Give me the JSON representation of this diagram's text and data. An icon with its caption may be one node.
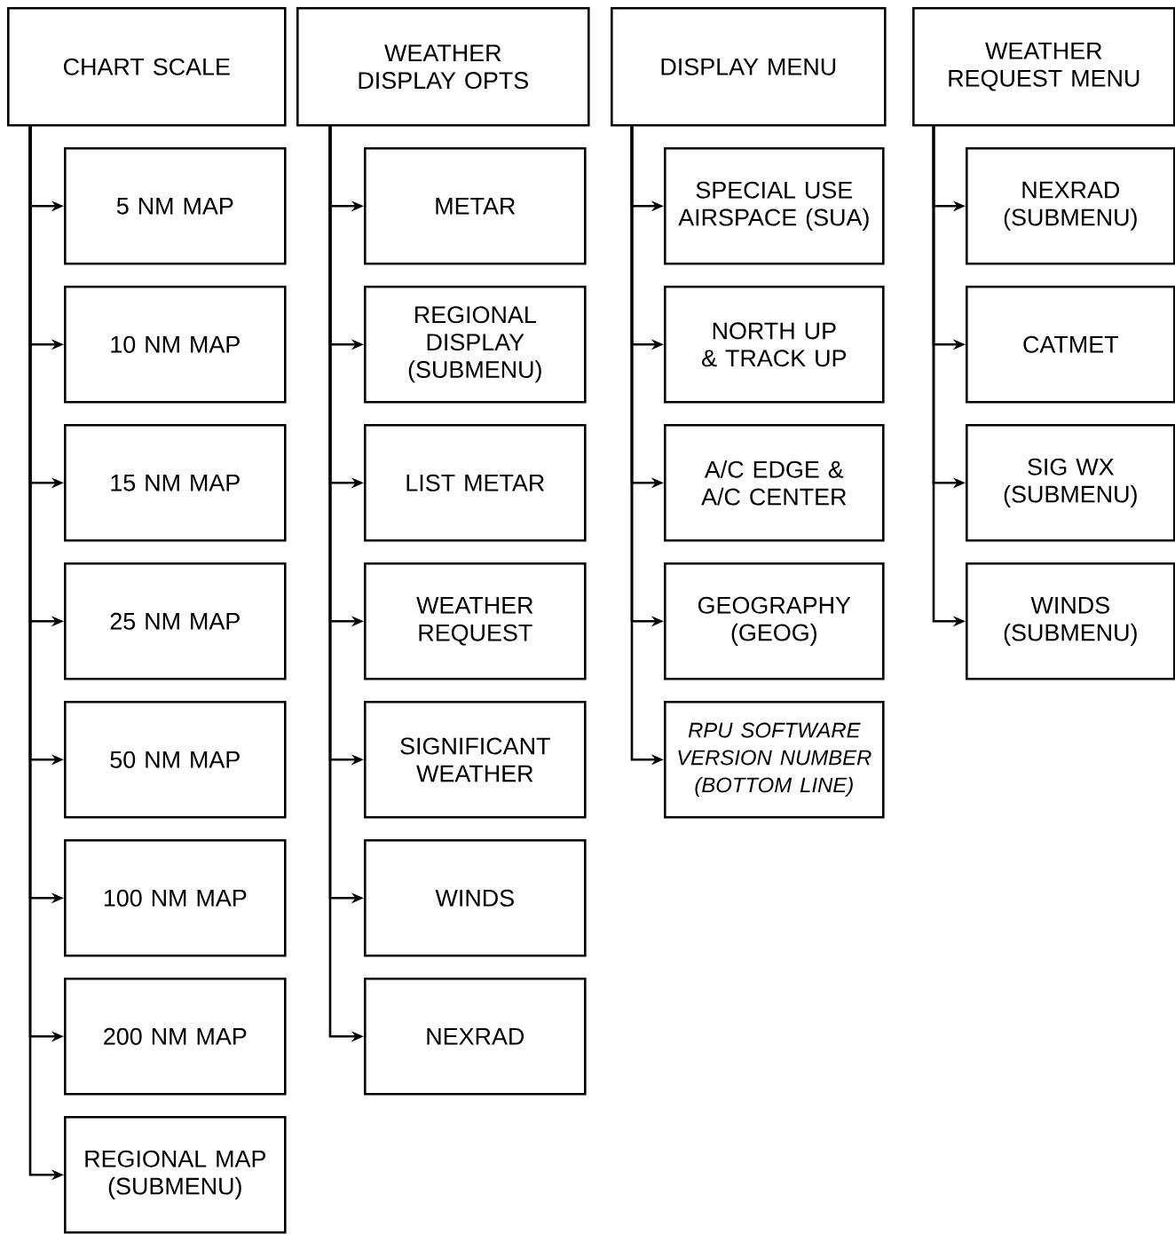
{
  "diagram": {
    "nodes": [
      {
        "text": [
          "CHART SCALE"
        ]
      },
      {
        "text": [
          "5 NM MAP"
        ]
      },
      {
        "text": [
          "10 NM MAP"
        ]
      },
      {
        "text": [
          "15 NM MAP"
        ]
      },
      {
        "text": [
          "25 NM MAP"
        ]
      },
      {
        "text": [
          "50 NM MAP"
        ]
      },
      {
        "text": [
          "100 NM MAP"
        ]
      },
      {
        "text": [
          "200 NM MAP"
        ]
      },
      {
        "text": [
          "REGIONAL MAP (SUBMENU)"
        ]
      },
      {
        "text": [
          "WEATHER DISPLAY OPTS"
        ]
      },
      {
        "text": [
          "METAR"
        ]
      },
      {
        "text": [
          "REGIONAL DISPLAY (SUBMENU)"
        ]
      },
      {
        "text": [
          "LIST METAR"
        ]
      },
      {
        "text": [
          "WEATHER REQUEST"
        ]
      },
      {
        "text": [
          "SIGNIFICANT WEATHER"
        ]
      },
      {
        "text": [
          "WINDS"
        ]
      },
      {
        "text": [
          "NEXRAD"
        ]
      },
      {
        "text": [
          "DISPLAY MENU"
        ]
      },
      {
        "text": [
          "SPECIAL USE AIRSPACE (SUA)"
        ]
      },
      {
        "text": [
          "NORTH UP & TRACK UP"
        ]
      },
      {
        "text": [
          "A/C EDGE & A/C CENTER"
        ]
      },
      {
        "text": [
          "GEOGRAPHY (GEOG)"
        ]
      },
      {
        "text": [
          "RPU SOFTWARE VERSION NUMBER (BOTTOM LINE)"
        ]
      },
      {
        "text": [
          "WEATHER REQUEST MENU"
        ]
      },
      {
        "text": [
          "NEXRAD (SUBMENU)"
        ]
      },
      {
        "text": [
          "CATMET"
        ]
      },
      {
        "text": [
          "SIG WX (SUBMENU)"
        ]
      },
      {
        "text": [
          "WINDS (SUBMENU)"
        ]
      }
    ],
    "edges": [
      {
        "from": 0,
        "to": 1,
        "arrow": "to"
      },
      {
        "from": 0,
        "to": 2,
        "arrow": "to"
      },
      {
        "from": 0,
        "to": 3,
        "arrow": "to"
      },
      {
        "from": 0,
        "to": 4,
        "arrow": "to"
      },
      {
        "from": 0,
        "to": 5,
        "arrow": "to"
      },
      {
        "from": 0,
        "to": 6,
        "arrow": "to"
      },
      {
        "from": 0,
        "to": 7,
        "arrow": "to"
      },
      {
        "from": 0,
        "to": 8,
        "arrow": "to"
      },
      {
        "from": 9,
        "to": 10,
        "arrow": "to"
      },
      {
        "from": 9,
        "to": 11,
        "arrow": "to"
      },
      {
        "from": 9,
        "to": 12,
        "arrow": "to"
      },
      {
        "from": 9,
        "to": 13,
        "arrow": "to"
      },
      {
        "from": 9,
        "to": 14,
        "arrow": "to"
      },
      {
        "from": 9,
        "to": 15,
        "arrow": "to"
      },
      {
        "from": 9,
        "to": 16,
        "arrow": "to"
      },
      {
        "from": 17,
        "to": 18,
        "arrow": "to"
      },
      {
        "from": 17,
        "to": 19,
        "arrow": "to"
      },
      {
        "from": 17,
        "to": 20,
        "arrow": "to"
      },
      {
        "from": 17,
        "to": 21,
        "arrow": "to"
      },
      {
        "from": 17,
        "to": 22,
        "arrow": "to"
      },
      {
        "from": 23,
        "to": 24,
        "arrow": "to"
      },
      {
        "from": 23,
        "to": 25,
        "arrow": "to"
      },
      {
        "from": 23,
        "to": 26,
        "arrow": "to"
      },
      {
        "from": 23,
        "to": 27,
        "arrow": "to"
      }
    ]
  }
}
